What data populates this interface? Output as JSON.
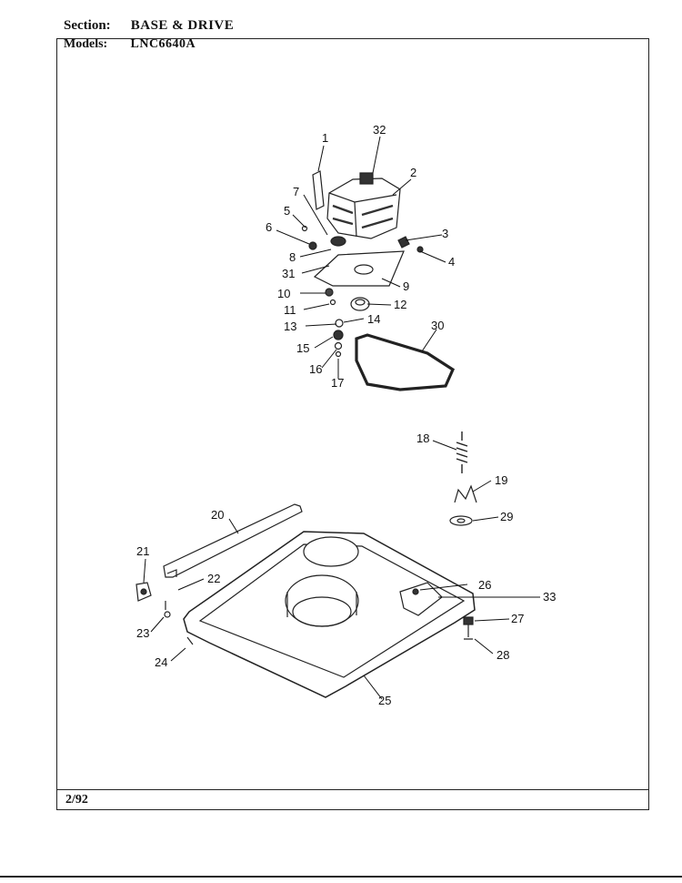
{
  "header": {
    "section_label": "Section:",
    "section_value": "BASE & DRIVE",
    "models_label": "Models:",
    "models_value": "LNC6640A"
  },
  "footer": {
    "date": "2/92"
  },
  "callouts": [
    "1",
    "2",
    "3",
    "4",
    "5",
    "6",
    "7",
    "8",
    "9",
    "10",
    "11",
    "12",
    "13",
    "14",
    "15",
    "16",
    "17",
    "18",
    "19",
    "20",
    "21",
    "22",
    "23",
    "24",
    "25",
    "26",
    "27",
    "28",
    "29",
    "30",
    "31",
    "32",
    "33"
  ]
}
